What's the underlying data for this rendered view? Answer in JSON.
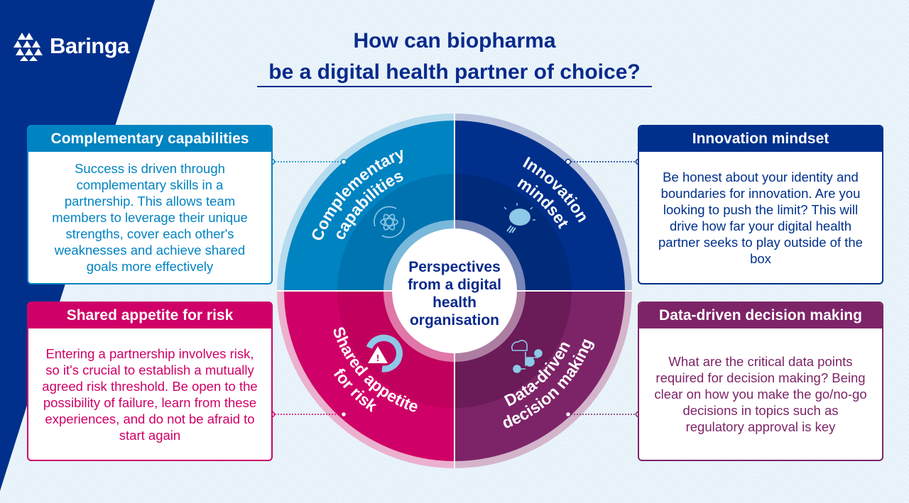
{
  "brand": {
    "name": "Baringa",
    "color": "#00308c"
  },
  "title": {
    "line1": "How can biopharma",
    "line2": "be a digital health partner of choice?"
  },
  "center": {
    "lines": [
      "Perspectives",
      "from a digital",
      "health",
      "organisation"
    ]
  },
  "segments": [
    {
      "id": "complementary",
      "wheel_lines": [
        "Complementary",
        "capabilities"
      ],
      "icon": "atom-cycle-icon",
      "header": "Complementary capabilities",
      "body": "Success is driven through complementary skills in a partnership. This allows team members to leverage their unique strengths, cover each other's weaknesses and achieve shared goals more effectively",
      "color": "#0083c1",
      "dark": "#0074b0",
      "light": "#b5dbee",
      "ring": "#79b8da"
    },
    {
      "id": "innovation",
      "wheel_lines": [
        "Innovation",
        "mindset"
      ],
      "icon": "brain-lightbulb-icon",
      "header": "Innovation mindset",
      "body": "Be honest about your identity and boundaries for innovation. Are you looking to push the limit? This will drive how far your digital health partner seeks to play outside of the box",
      "color": "#00308c",
      "dark": "#002a7a",
      "light": "#b9c3de",
      "ring": "#7687b8"
    },
    {
      "id": "risk",
      "wheel_lines": [
        "Shared appetite",
        "for risk"
      ],
      "icon": "risk-gauge-icon",
      "header": "Shared appetite for risk",
      "body": "Entering a partnership involves risk, so it's crucial to establish a mutually agreed risk threshold. Be open to the possibility of failure, learn from these experiences, and do not be afraid to start again",
      "color": "#cf0067",
      "dark": "#c0005c",
      "light": "#ebb0cd",
      "ring": "#e077a8"
    },
    {
      "id": "data",
      "wheel_lines": [
        "Data-driven",
        "decision making"
      ],
      "icon": "data-decision-tree-icon",
      "header": "Data-driven decision making",
      "body": "What are the critical data points required for decision making? Being clear on how you make the go/no-go decisions in topics such as regulatory approval is key",
      "color": "#7d2468",
      "dark": "#6a1b58",
      "light": "#d4b4cb",
      "ring": "#ad7ea1"
    }
  ]
}
